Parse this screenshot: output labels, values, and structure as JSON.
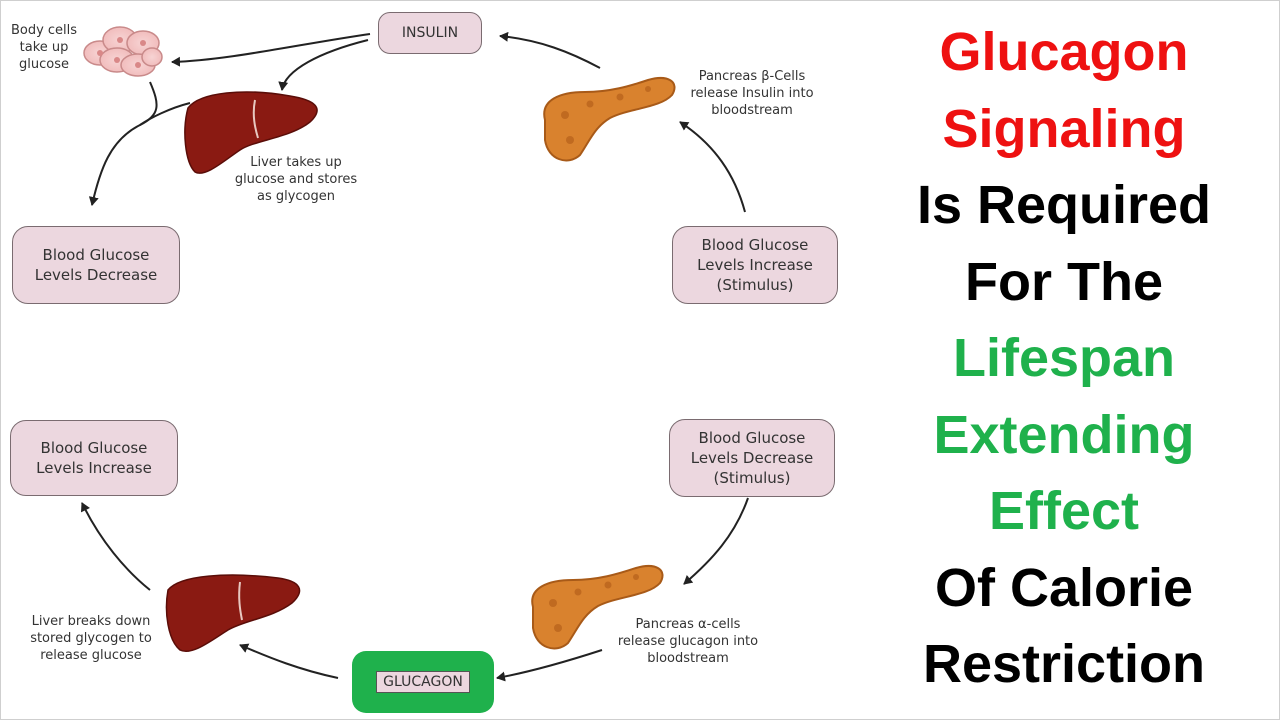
{
  "colors": {
    "red": "#ee1111",
    "green": "#1fb14c",
    "black": "#000000",
    "box_fill": "#ecd7df",
    "organ": "#8a1a12",
    "pancreas": "#d9822e"
  },
  "hormones": {
    "insulin": "INSULIN",
    "glucagon": "GLUCAGON"
  },
  "boxes": {
    "top_left": "Blood Glucose\nLevels Decrease",
    "top_right": "Blood Glucose\nLevels Increase\n(Stimulus)",
    "bottom_left": "Blood Glucose\nLevels Increase",
    "bottom_right": "Blood Glucose\nLevels Decrease\n(Stimulus)"
  },
  "captions": {
    "body_cells": "Body cells\ntake up\nglucose",
    "liver_top": "Liver takes up\nglucose and stores\nas glycogen",
    "pancreas_beta": "Pancreas β-Cells\nrelease Insulin into\nbloodstream",
    "pancreas_alpha": "Pancreas α-cells\nrelease glucagon into\nbloodstream",
    "liver_bottom": "Liver breaks down\nstored glycogen to\nrelease glucose"
  },
  "icons": [
    "body-cells-icon",
    "liver-icon",
    "pancreas-icon"
  ],
  "title_lines": [
    {
      "text": "Glucagon",
      "color": "red"
    },
    {
      "text": "Signaling",
      "color": "red"
    },
    {
      "text": "Is Required",
      "color": "black"
    },
    {
      "text": "For The",
      "color": "black"
    },
    {
      "text": "Lifespan",
      "color": "green"
    },
    {
      "text": "Extending",
      "color": "green"
    },
    {
      "text": "Effect",
      "color": "green"
    },
    {
      "text": "Of Calorie",
      "color": "black"
    },
    {
      "text": "Restriction",
      "color": "black"
    }
  ]
}
